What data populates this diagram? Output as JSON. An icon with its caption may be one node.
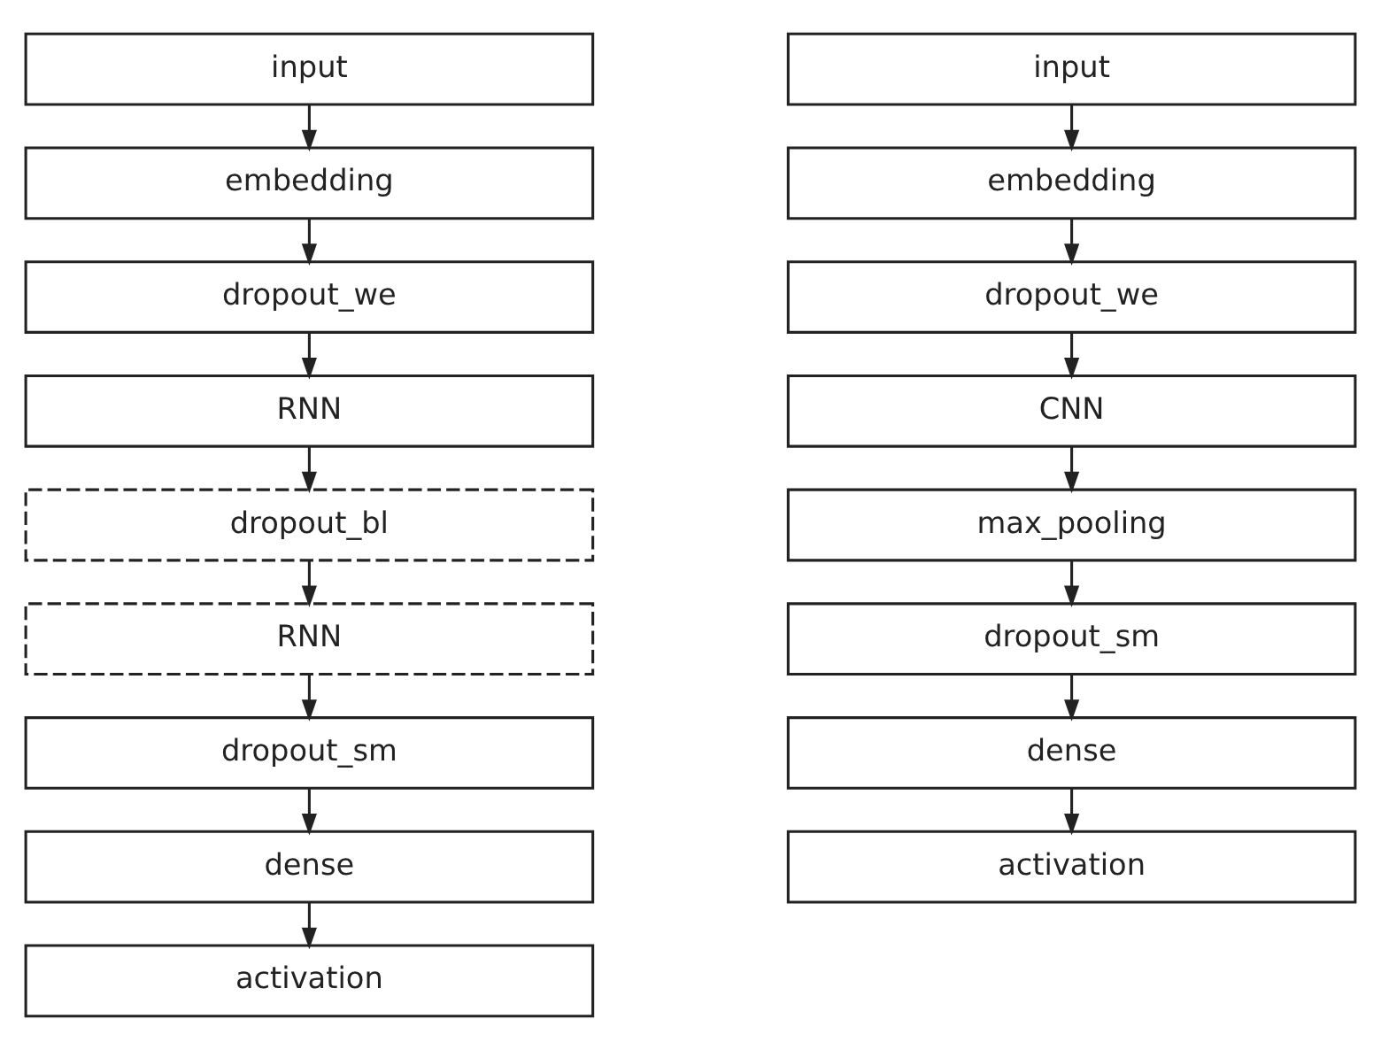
{
  "diagram": {
    "nodes": [
      {
        "text": [
          "input"
        ]
      },
      {
        "text": [
          "embedding"
        ]
      },
      {
        "text": [
          "dropout_we"
        ]
      },
      {
        "text": [
          "RNN"
        ]
      },
      {
        "text": [
          "dropout_bl"
        ]
      },
      {
        "text": [
          "RNN"
        ]
      },
      {
        "text": [
          "dropout_sm"
        ]
      },
      {
        "text": [
          "dense"
        ]
      },
      {
        "text": [
          "activation"
        ]
      },
      {
        "text": [
          "input"
        ]
      },
      {
        "text": [
          "embedding"
        ]
      },
      {
        "text": [
          "dropout_we"
        ]
      },
      {
        "text": [
          "CNN"
        ]
      },
      {
        "text": [
          "max_pooling"
        ]
      },
      {
        "text": [
          "dropout_sm"
        ]
      },
      {
        "text": [
          "dense"
        ]
      },
      {
        "text": [
          "activation"
        ]
      }
    ],
    "edges": [
      {
        "from": 0,
        "to": 1,
        "arrow": "to"
      },
      {
        "from": 1,
        "to": 2,
        "arrow": "to"
      },
      {
        "from": 2,
        "to": 3,
        "arrow": "to"
      },
      {
        "from": 3,
        "to": 4,
        "arrow": "to"
      },
      {
        "from": 4,
        "to": 5,
        "arrow": "to"
      },
      {
        "from": 5,
        "to": 6,
        "arrow": "to"
      },
      {
        "from": 6,
        "to": 7,
        "arrow": "to"
      },
      {
        "from": 7,
        "to": 8,
        "arrow": "to"
      },
      {
        "from": 9,
        "to": 10,
        "arrow": "to"
      },
      {
        "from": 10,
        "to": 11,
        "arrow": "to"
      },
      {
        "from": 11,
        "to": 12,
        "arrow": "to"
      },
      {
        "from": 12,
        "to": 13,
        "arrow": "to"
      },
      {
        "from": 13,
        "to": 14,
        "arrow": "to"
      },
      {
        "from": 14,
        "to": 15,
        "arrow": "to"
      },
      {
        "from": 15,
        "to": 16,
        "arrow": "to"
      }
    ]
  }
}
